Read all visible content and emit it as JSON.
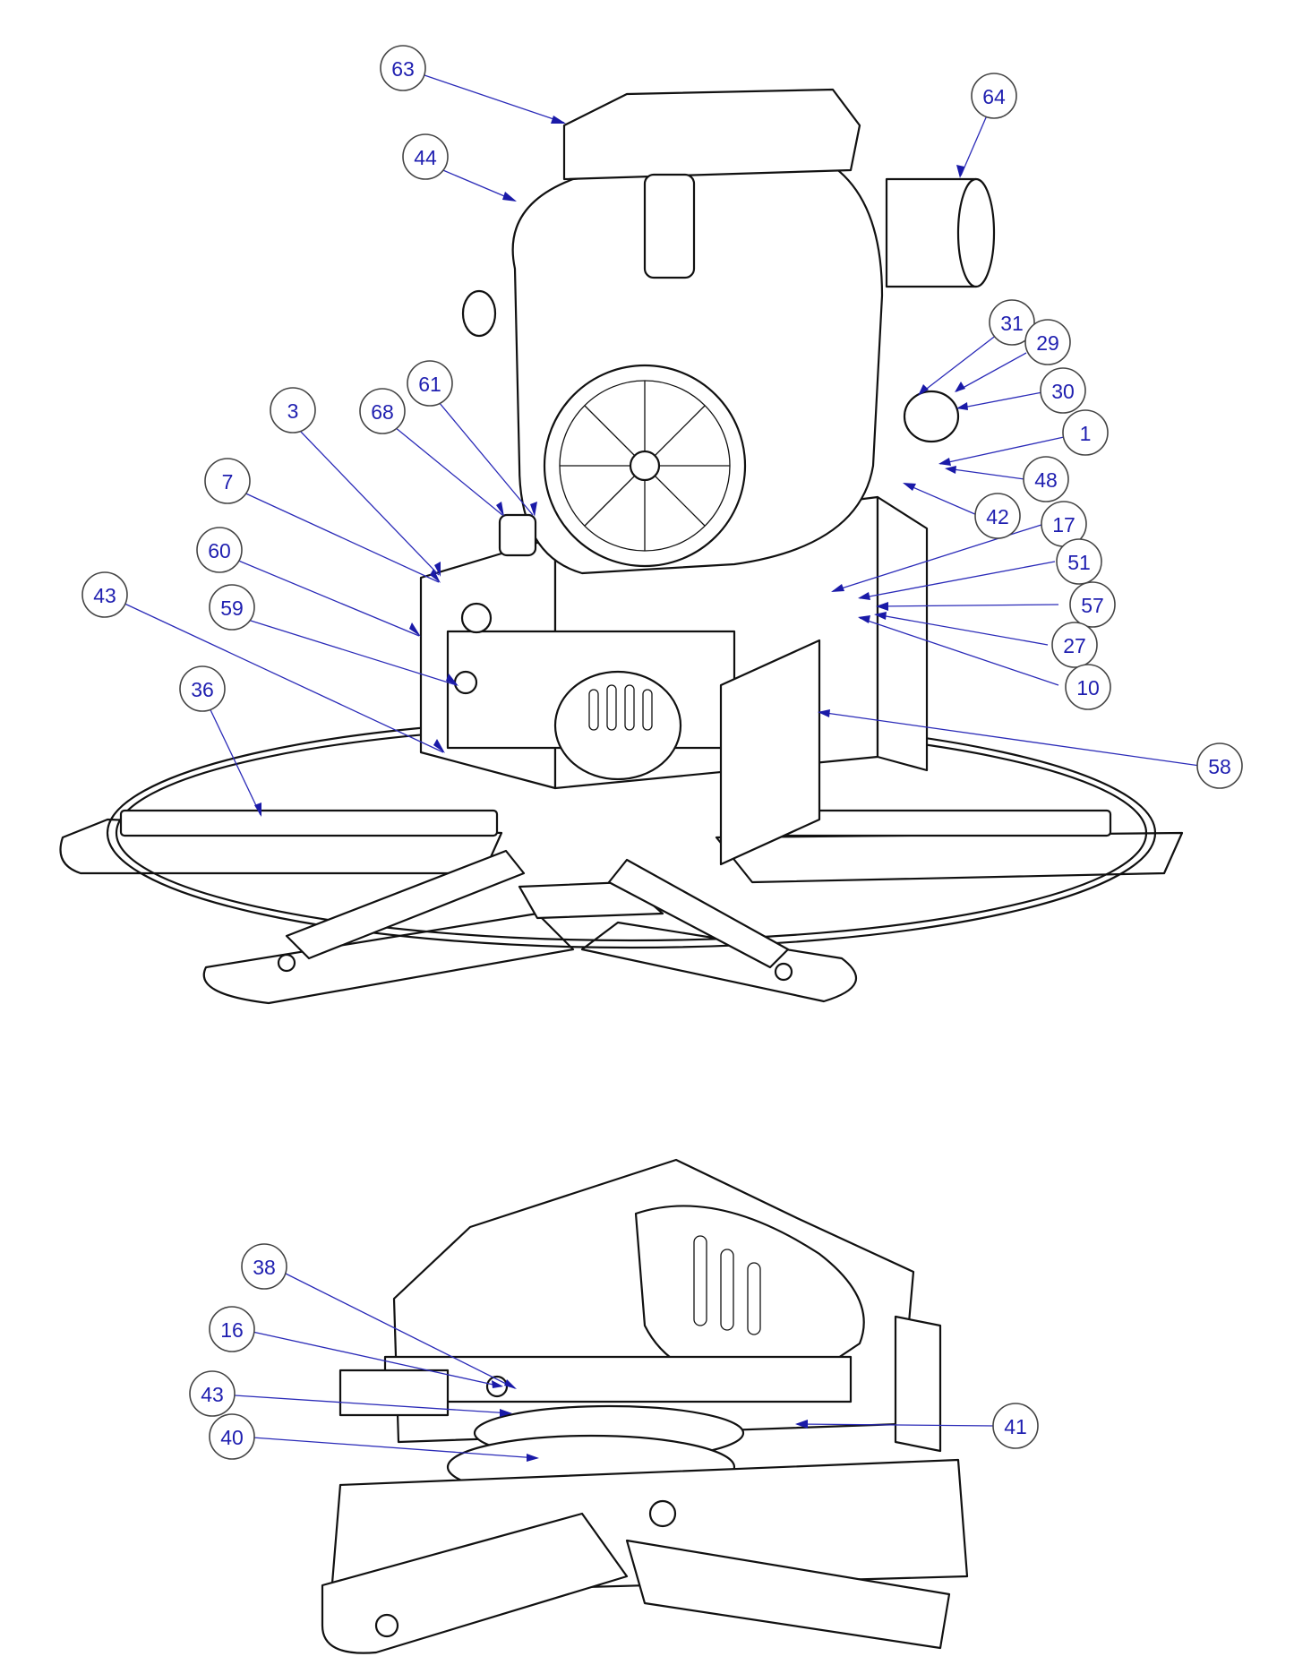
{
  "callouts": [
    {
      "id": "c63",
      "label": "63"
    },
    {
      "id": "c44",
      "label": "44"
    },
    {
      "id": "c64",
      "label": "64"
    },
    {
      "id": "c31",
      "label": "31"
    },
    {
      "id": "c29",
      "label": "29"
    },
    {
      "id": "c30",
      "label": "30"
    },
    {
      "id": "c1",
      "label": "1"
    },
    {
      "id": "c48",
      "label": "48"
    },
    {
      "id": "c42",
      "label": "42"
    },
    {
      "id": "c61",
      "label": "61"
    },
    {
      "id": "c68",
      "label": "68"
    },
    {
      "id": "c3",
      "label": "3"
    },
    {
      "id": "c7",
      "label": "7"
    },
    {
      "id": "c60",
      "label": "60"
    },
    {
      "id": "c43a",
      "label": "43"
    },
    {
      "id": "c59",
      "label": "59"
    },
    {
      "id": "c36",
      "label": "36"
    },
    {
      "id": "c17",
      "label": "17"
    },
    {
      "id": "c51",
      "label": "51"
    },
    {
      "id": "c57",
      "label": "57"
    },
    {
      "id": "c27",
      "label": "27"
    },
    {
      "id": "c10",
      "label": "10"
    },
    {
      "id": "c58",
      "label": "58"
    },
    {
      "id": "c38",
      "label": "38"
    },
    {
      "id": "c16",
      "label": "16"
    },
    {
      "id": "c43b",
      "label": "43"
    },
    {
      "id": "c40",
      "label": "40"
    },
    {
      "id": "c41",
      "label": "41"
    }
  ],
  "colors": {
    "callout_text": "#1f1fb0",
    "leader_line": "#2b2bb8",
    "drawing_line": "#111111"
  }
}
